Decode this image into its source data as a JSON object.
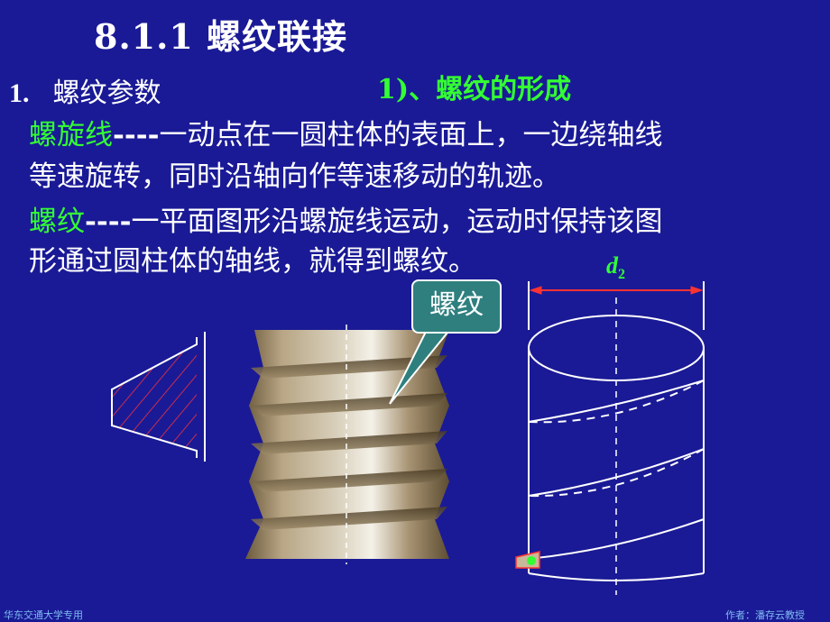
{
  "slide": {
    "title": "8.1.1  螺纹联接",
    "section_number": "1.",
    "section_label": "螺纹参数",
    "subsection": "1)、螺纹的形成",
    "helix_term": "螺旋线",
    "helix_dash": "----",
    "helix_def_line1": "一动点在一圆柱体的表面上，一边绕轴线",
    "helix_def_line2": "等速旋转，同时沿轴向作等速移动的轨迹。",
    "thread_term": "螺纹",
    "thread_dash": "----",
    "thread_def_line1": "一平面图形沿螺旋线运动，运动时保持该图",
    "thread_def_line2": "形通过圆柱体的轴线，就得到螺纹。",
    "callout_label": "螺纹",
    "dimension_label": "d",
    "dimension_subscript": "2"
  },
  "footer": {
    "left": "华东交通大学专用",
    "right": "作者：潘存云教授"
  },
  "colors": {
    "background": "#1a1a96",
    "term": "#33ff33",
    "hatch": "#ff3333",
    "callout_fill": "#2f7f7f"
  }
}
